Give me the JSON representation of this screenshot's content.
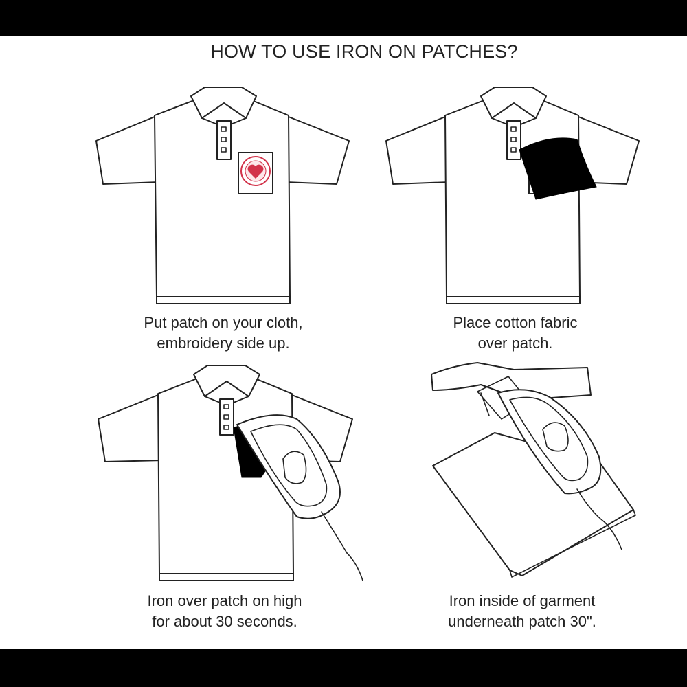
{
  "title": "HOW TO USE IRON ON PATCHES?",
  "steps": [
    {
      "line1": "Put patch on your cloth,",
      "line2": "embroidery side up."
    },
    {
      "line1": "Place cotton fabric",
      "line2": "over patch."
    },
    {
      "line1": "Iron over patch on high",
      "line2": "for about 30 seconds."
    },
    {
      "line1": "Iron inside of garment",
      "line2": "underneath patch 30\"."
    }
  ],
  "colors": {
    "frame": "#000000",
    "background": "#ffffff",
    "heart": "#d2324a"
  }
}
